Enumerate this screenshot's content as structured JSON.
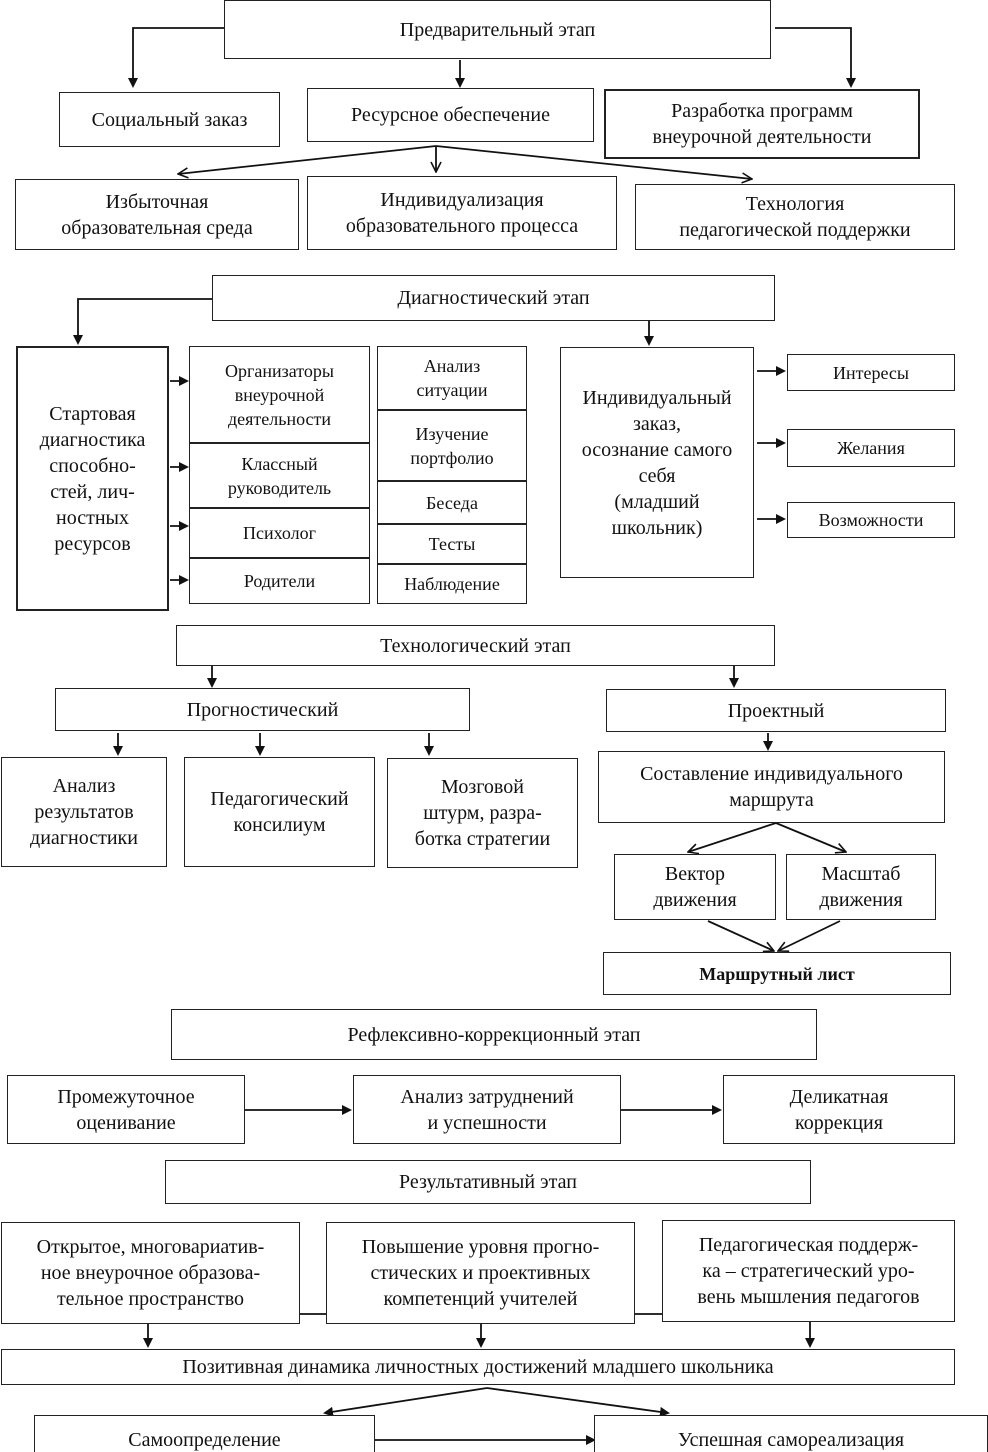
{
  "stage1": {
    "title": "Предварительный этап",
    "social_order": "Социальный заказ",
    "resources": "Ресурсное обеспечение",
    "program_dev": "Разработка программ\nвнеурочной деятельности",
    "redundant_env": "Избыточная\nобразовательная среда",
    "individualization": "Индивидуализация\nобразовательного процесса",
    "tech_support": "Технология\nпедагогической поддержки"
  },
  "stage2": {
    "title": "Диагностический этап",
    "start_diag": "Стартовая\nдиагностика\nспособно-\nстей, лич-\nностных\nресурсов",
    "participants": [
      "Организаторы\nвнеурочной\nдеятельности",
      "Классный\nруководитель",
      "Психолог",
      "Родители"
    ],
    "methods": [
      "Анализ\nситуации",
      "Изучение\nпортфолио",
      "Беседа",
      "Тесты",
      "Наблюдение"
    ],
    "individual_order": "Индивидуальный\nзаказ,\nосознание самого\nсебя\n(младший\nшкольник)",
    "aspects": [
      "Интересы",
      "Желания",
      "Возможности"
    ]
  },
  "stage3": {
    "title": "Технологический этап",
    "prognostic": "Прогностический",
    "prognostic_items": [
      "Анализ\nрезультатов\nдиагностики",
      "Педагогический\nконсилиум",
      "Мозговой\nштурм, разра-\nботка стратегии"
    ],
    "project": "Проектный",
    "route_making": "Составление индивидуального\nмаршрута",
    "vector": "Вектор\nдвижения",
    "scale": "Масштаб\nдвижения",
    "route_sheet": "Маршрутный лист"
  },
  "stage4": {
    "title": "Рефлексивно-коррекционный этап",
    "items": [
      "Промежуточное\nоценивание",
      "Анализ затруднений\nи успешности",
      "Деликатная\nкоррекция"
    ]
  },
  "stage5": {
    "title": "Результативный этап",
    "items": [
      "Открытое, многовариатив-\nное внеурочное образова-\nтельное пространство",
      "Повышение уровня прогно-\nстических и проективных\nкомпетенций учителей",
      "Педагогическая поддерж-\nка – стратегический уро-\nвень мышления педагогов"
    ],
    "dynamics": "Позитивная динамика личностных достижений младшего школьника",
    "outcomes": [
      "Самоопределение",
      "Успешная самореализация"
    ]
  }
}
